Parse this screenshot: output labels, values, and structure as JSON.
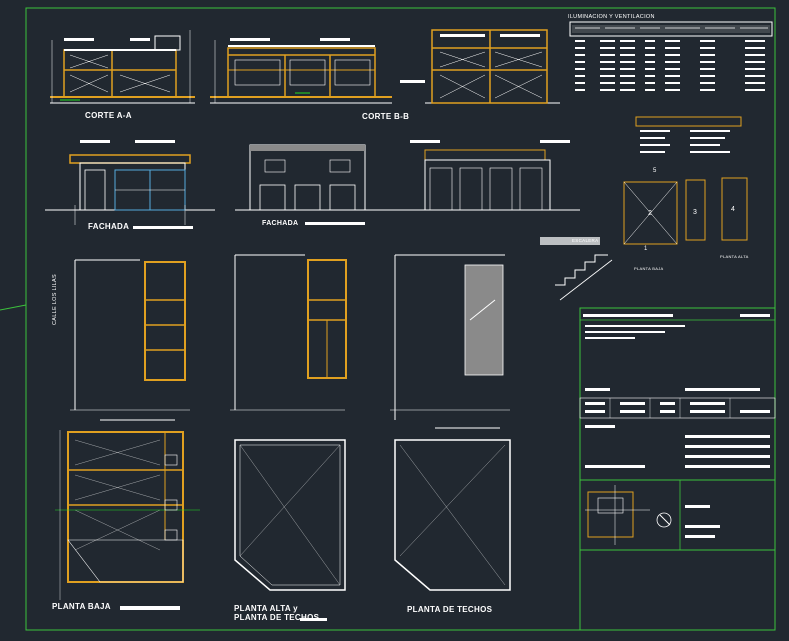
{
  "drawing": {
    "labels": {
      "corte_aa": "CORTE A-A",
      "corte_bb": "CORTE B-B",
      "fachada_1": "FACHADA",
      "fachada_2": "FACHADA",
      "planta_baja": "PLANTA BAJA",
      "planta_alta_line1": "PLANTA ALTA y",
      "planta_alta_line2": "PLANTA DE TECHOS",
      "planta_techos": "PLANTA DE TECHOS",
      "iluminacion": "ILUMINACION Y VENTILACION",
      "calle": "CALLE LOS LILAS",
      "escalera": "ESCALERA",
      "planta_baja_small": "PLANTA BAJA",
      "planta_alta_small": "PLANTA ALTA"
    },
    "numbers": {
      "n5": "5",
      "n2": "2",
      "n3": "3",
      "n4": "4",
      "n1": "1"
    },
    "colors": {
      "background": "#212830",
      "linework": "#ffffff",
      "walls": "#e0a020",
      "frame": "#3cc23c",
      "dimension": "#22dd22",
      "shading": "#8a8a8a",
      "accent_cyan": "#5ad",
      "accent_red": "#c33"
    }
  }
}
